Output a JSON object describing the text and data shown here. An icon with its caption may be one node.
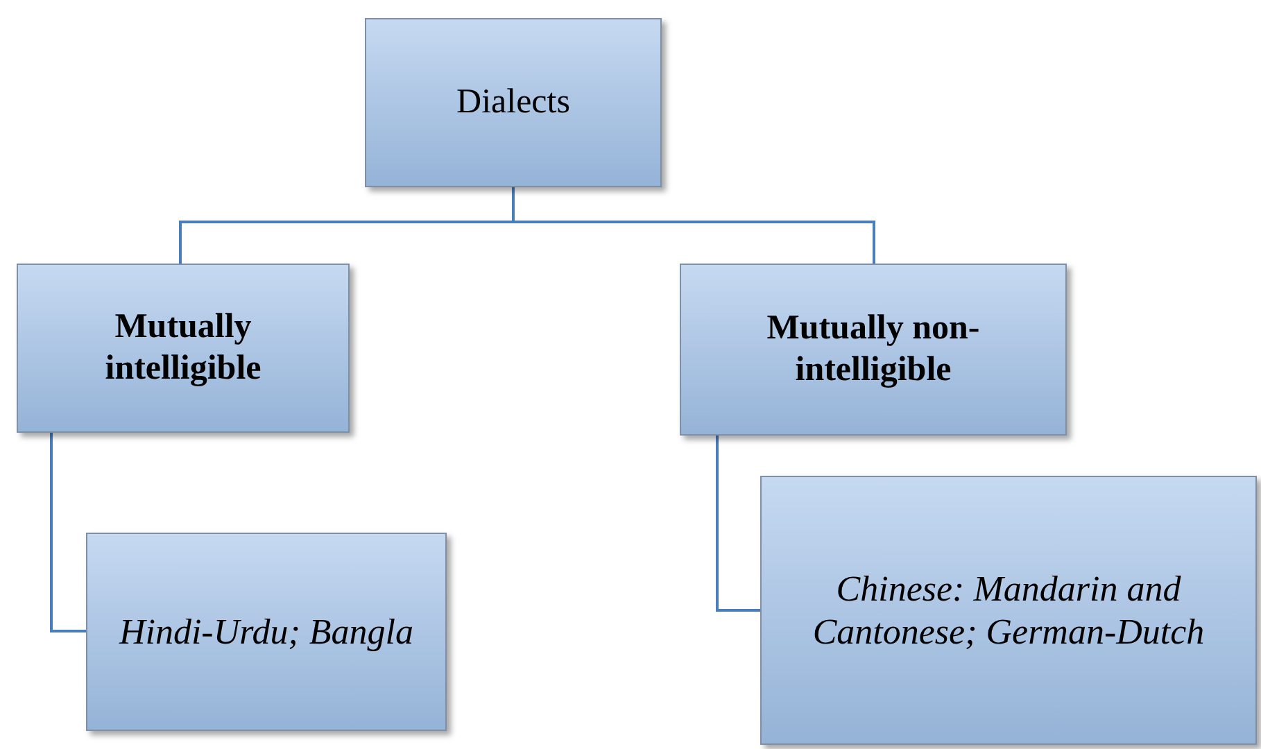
{
  "diagram": {
    "nodes": [
      {
        "text": [
          "Dialects"
        ]
      },
      {
        "text": [
          "Mutually intelligible"
        ]
      },
      {
        "text": [
          "Mutually non-intelligible"
        ]
      },
      {
        "text": [
          "Hindi-Urdu; Bangla"
        ]
      },
      {
        "text": [
          "Chinese: Mandarin and Cantonese; German-Dutch"
        ]
      }
    ],
    "edges": [
      {
        "from": 0,
        "to": 1,
        "arrow": "none"
      },
      {
        "from": 0,
        "to": 2,
        "arrow": "none"
      },
      {
        "from": 1,
        "to": 3,
        "arrow": "none"
      },
      {
        "from": 2,
        "to": 4,
        "arrow": "none"
      }
    ]
  }
}
